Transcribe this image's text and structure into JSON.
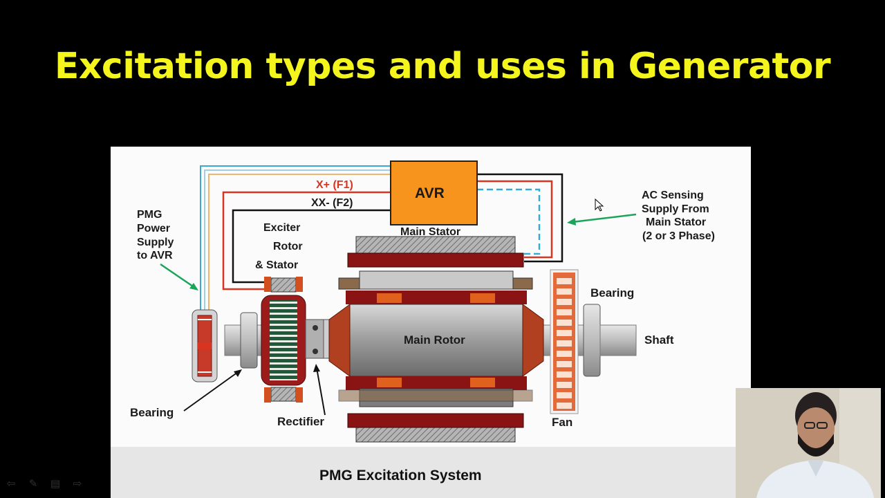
{
  "slide": {
    "title": "Excitation types and uses in Generator"
  },
  "diagram": {
    "caption": "PMG Excitation System",
    "labels": {
      "avr": "AVR",
      "x_plus": "X+ (F1)",
      "xx_minus": "XX- (F2)",
      "main_stator": "Main Stator",
      "pmg_line1": "PMG",
      "pmg_line2": "Power",
      "pmg_line3": "Supply",
      "pmg_line4": "to AVR",
      "exciter_line1": "Exciter",
      "exciter_line2": "Rotor",
      "exciter_line3": "& Stator",
      "ac_line1": "AC Sensing",
      "ac_line2": "Supply From",
      "ac_line3": "Main Stator",
      "ac_line4": "(2 or 3 Phase)",
      "bearing_right": "Bearing",
      "shaft": "Shaft",
      "main_rotor": "Main Rotor",
      "bearing_left": "Bearing",
      "rectifier": "Rectifier",
      "fan": "Fan"
    }
  },
  "colors": {
    "title": "#f5f51e",
    "avr_fill": "#f7941d",
    "wire_red": "#d9341f",
    "wire_cyan": "#39aacf",
    "wire_orange": "#f1b46a",
    "winding_dark": "#7a1414",
    "stator_gray": "#9a9a9a"
  },
  "toolbar": {
    "prev_icon": "arrow-left-icon",
    "pen_icon": "pen-icon",
    "menu_icon": "menu-icon",
    "next_icon": "arrow-right-icon"
  }
}
